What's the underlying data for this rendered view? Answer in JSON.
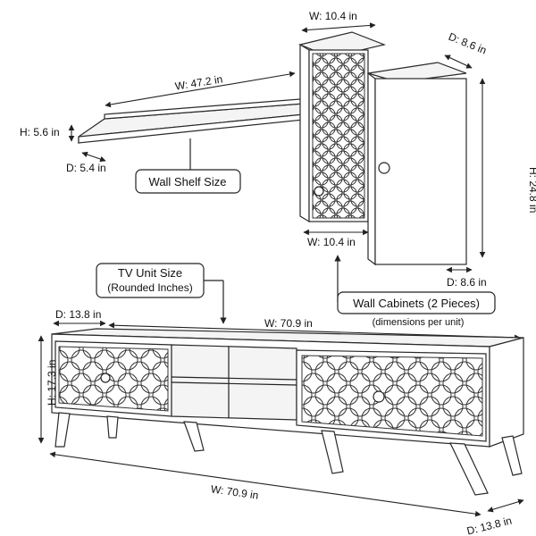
{
  "wall_shelf": {
    "width_label": "W: 47.2 in",
    "height_label": "H: 5.6 in",
    "depth_label": "D: 5.4 in",
    "caption": "Wall Shelf Size"
  },
  "wall_cabinets": {
    "width_top_label": "W: 10.4 in",
    "depth_top_label": "D: 8.6 in",
    "height_label": "H: 24.8 in",
    "width_bottom_label": "W: 10.4 in",
    "depth_bottom_label": "D: 8.6 in",
    "caption": "Wall Cabinets (2 Pieces)",
    "subcaption": "(dimensions per unit)"
  },
  "tv_unit": {
    "caption_line1": "TV Unit Size",
    "caption_line2": "(Rounded Inches)",
    "depth_top_label": "D: 13.8 in",
    "width_top_label": "W: 70.9 in",
    "height_label": "H: 17.3 in",
    "width_bottom_label": "W: 70.9 in",
    "depth_bottom_label": "D: 13.8 in"
  }
}
